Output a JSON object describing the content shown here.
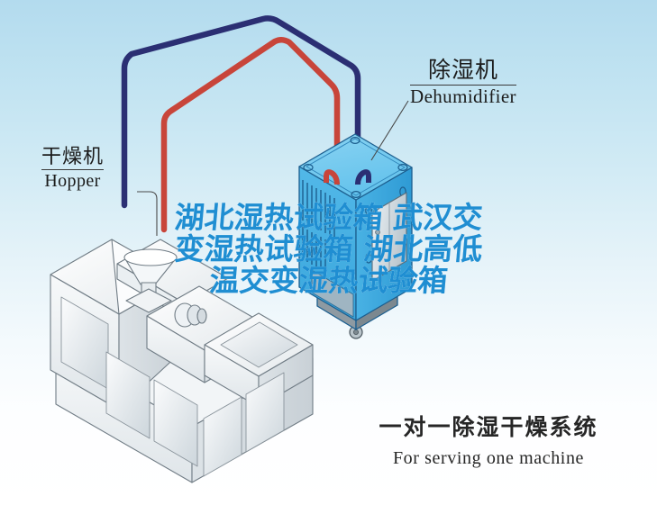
{
  "background": {
    "top_color": "#b3dbee",
    "bottom_color": "#ffffff"
  },
  "labels": {
    "dehumidifier": {
      "cn": "除湿机",
      "en": "Dehumidifier"
    },
    "hopper": {
      "cn": "干燥机",
      "en": "Hopper"
    }
  },
  "caption": {
    "cn": "一对一除湿干燥系统",
    "en": "For serving one machine"
  },
  "watermark": {
    "color": "#1f8ed2",
    "outline_color": "#ffffff",
    "lines": [
      "湖北湿热试验箱 武汉交",
      "变湿热试验箱 湖北高低",
      "温交变湿热试验箱"
    ]
  },
  "diagram": {
    "dehumidifier_unit": {
      "name": "除湿机",
      "body_color": "#49b4e4",
      "top_color": "#7ccdef",
      "outline_color": "#1f5f8f",
      "features": [
        "vent-louvers",
        "access-door",
        "caster-wheel",
        "bolt-holes"
      ]
    },
    "hopper_machine": {
      "name": "干燥机",
      "body_color": "#eef2f4",
      "outline_color": "#6f7b84",
      "features": [
        "funnel",
        "loader",
        "control-panels",
        "base-plinth"
      ]
    },
    "pipes": [
      {
        "name": "return-air-pipe",
        "color": "#2b2f73",
        "label": "blue"
      },
      {
        "name": "supply-air-pipe",
        "color": "#c8453a",
        "label": "red"
      }
    ]
  }
}
